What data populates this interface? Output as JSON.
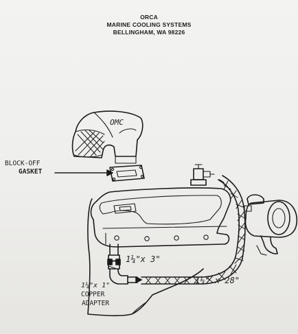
{
  "header": {
    "line1": "ORCA",
    "line2": "MARINE COOLING SYSTEMS",
    "line3": "BELLINGHAM, WA  98226"
  },
  "labels": {
    "omc": "OMC",
    "block_off_line1": "BLOCK-OFF",
    "block_off_line2": "GASKET",
    "hose_short": "1¼\"x 3\"",
    "adapter_line1": "1¼\"x 1\"",
    "adapter_line2": "COPPER",
    "adapter_line3": "ADAPTER",
    "hose_long": "1¼\" x 28\""
  },
  "colors": {
    "ink": "#1a1a1a",
    "paper": "#f3f3f1"
  }
}
